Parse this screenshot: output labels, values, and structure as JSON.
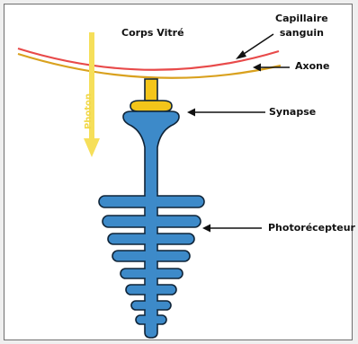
{
  "labels": {
    "vitreous": "Corps Vitré",
    "capillary": "Capillaire\nsanguin",
    "axon": "Axone",
    "synapse": "Synapse",
    "photoreceptor": "Photorécepteur",
    "photon": "Photon"
  },
  "colors": {
    "capillary": "#e84a4a",
    "axon": "#d9a11e",
    "synapse": "#f3c51a",
    "photon": "#f6df5a",
    "photoreceptor": "#3d8ac9",
    "outline": "#0f2438",
    "arrow": "#111111"
  }
}
